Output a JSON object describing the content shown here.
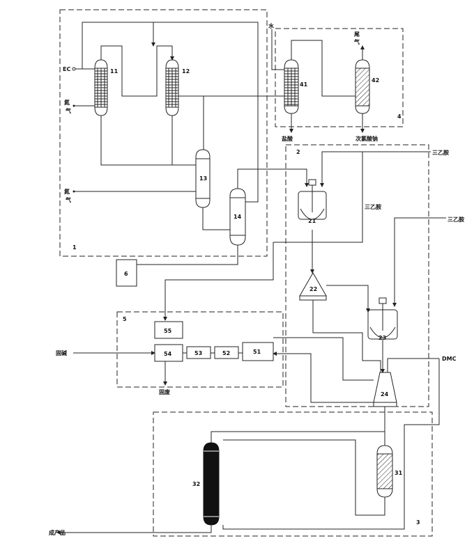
{
  "section_labels": {
    "s1": "1",
    "s2": "2",
    "s3": "3",
    "s4": "4",
    "s5": "5"
  },
  "equipment": {
    "e11": "11",
    "e12": "12",
    "e13": "13",
    "e14": "14",
    "e21": "21",
    "e22": "22",
    "e23": "23",
    "e24": "24",
    "e31": "31",
    "e32": "32",
    "e41": "41",
    "e42": "42",
    "e51": "51",
    "e52": "52",
    "e53": "53",
    "e54": "54",
    "e55": "55",
    "e6": "6"
  },
  "streams": {
    "ec": "EC",
    "nitrogen_a_1": "氮",
    "nitrogen_a_2": "气",
    "nitrogen_b_1": "氮",
    "nitrogen_b_2": "气",
    "water": "水",
    "tail_gas_1": "尾",
    "tail_gas_2": "气",
    "hcl": "盐酸",
    "naclo": "次氯酸钠",
    "tea_1": "三乙胺",
    "tea_2": "三乙胺",
    "tea_3": "三乙胺",
    "dmc": "DMC",
    "solid_waste_in": "固碱",
    "solid_waste_out": "固废",
    "product": "成产品"
  }
}
